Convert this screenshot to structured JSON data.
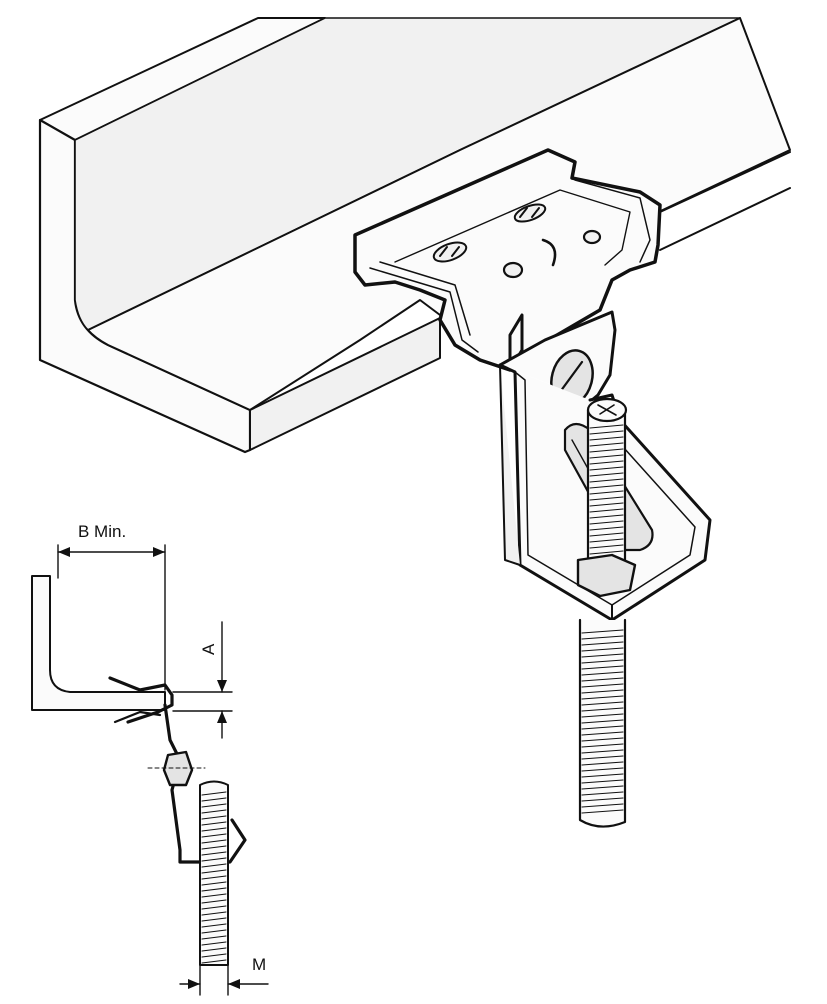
{
  "labels": {
    "b_min": "B Min.",
    "a": "A",
    "m": "M"
  },
  "colors": {
    "ink": "#111111",
    "paper": "#ffffff",
    "metal_light": "#f1f1f1",
    "metal_shade": "#e4e4e4"
  }
}
